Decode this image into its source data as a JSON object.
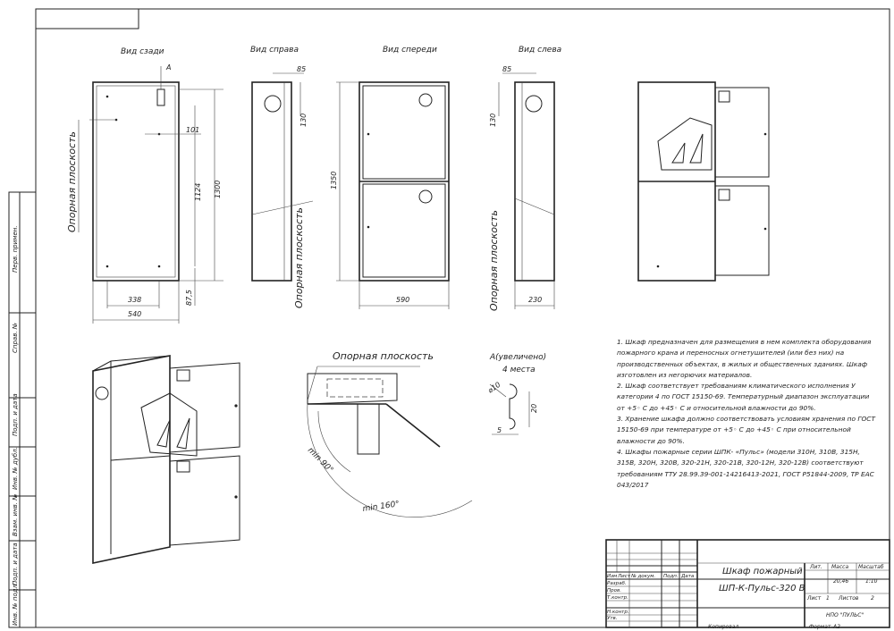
{
  "views": {
    "back": "Вид сзади",
    "right": "Вид справа",
    "front": "Вид спереди",
    "left": "Вид слева"
  },
  "ref_plane": "Опорная плоскость",
  "detail": {
    "title": "А(увеличено)",
    "count": "4 места",
    "marker": "А"
  },
  "dims": {
    "d85a": "85",
    "d130a": "130",
    "d1350": "1350",
    "d590": "590",
    "d85b": "85",
    "d130b": "130",
    "d230": "230",
    "d101": "101",
    "d1124": "1124",
    "d1300": "1300",
    "d875": "87,5",
    "d338": "338",
    "d540": "540",
    "min90": "min 90°",
    "min160": "min 160°",
    "phi10": "⌀10",
    "d20": "20",
    "d5": "5"
  },
  "notes": [
    "1. Шкаф предназначен для размещения в нем комплекта оборудования пожарного крана и переносных огнетушителей (или без них) на производственных объектах, в жилых и общественных зданиях. Шкаф изготовлен из негорючих материалов.",
    "2. Шкаф соответствует требованиям климатического исполнения У категории 4 по ГОСТ 15150-69. Температурный диапазон эксплуатации от +5◦ С до +45◦ С и относительной влажности до 90%.",
    "3. Хранение шкафа должно соответствовать условиям хранения по ГОСТ 15150-69 при температуре от +5◦ С до +45◦ С при относительной влажности до 90%.",
    "4. Шкафы пожарные серии ШПК- «Пульс» (модели 310Н, 310В, 315Н, 315В, 320Н, 320В, 320-21Н, 320-21В, 320-12Н, 320-12В) соответствуют требованиям ТТУ 28.99.39-001-14216413-2021, ГОСТ Р51844-2009, ТР ЕАС 043/2017"
  ],
  "title_block": {
    "name1": "Шкаф пожарный",
    "name2": "ШП-К-Пульс-320 В",
    "h_izm": "Изм",
    "h_list": "Лист",
    "h_ndoc": "№ докум.",
    "h_podp": "Подп.",
    "h_data": "Дата",
    "razrab": "Разраб.",
    "prov": "Пров.",
    "tkontr": "Т.контр.",
    "nkontr": "Н.контр.",
    "utv": "Утв.",
    "lit": "Лит.",
    "massa": "Масса",
    "masshtab": "Масштаб",
    "mass_val": "20,46",
    "scale_val": "1:10",
    "list": "Лист",
    "list_val": "1",
    "listov": "Листов",
    "listov_val": "2",
    "org": "НПО \"ПУЛЬС\"",
    "kopiroval": "Копировал",
    "format": "Формат",
    "format_val": "А2"
  },
  "side_labels": [
    "Перв. примен.",
    "Справ. №",
    "Подп. и дата",
    "Инв. № дубл.",
    "Взам. инв. №",
    "Подп. и дата",
    "Инв. № подл."
  ]
}
